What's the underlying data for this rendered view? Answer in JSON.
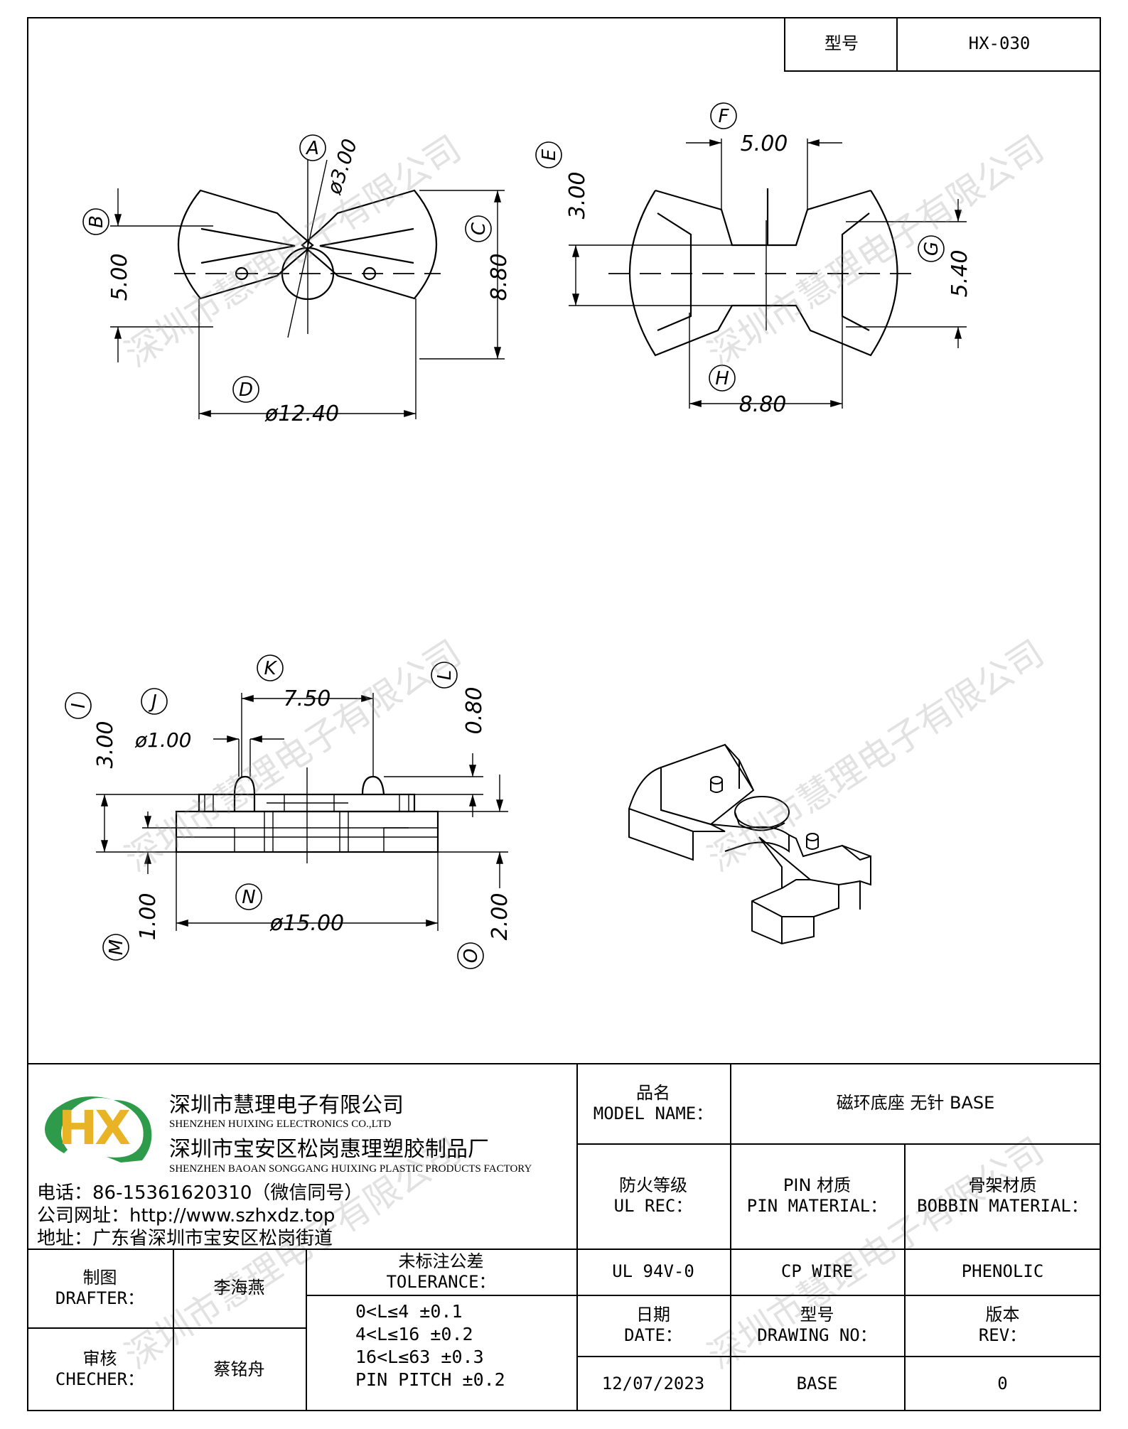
{
  "header": {
    "model_label": "型号",
    "model_value": "HX-030"
  },
  "drawing": {
    "top_view": {
      "labels": [
        "A",
        "B",
        "C",
        "D"
      ],
      "dims": {
        "hole_dia": "ø3.00",
        "width": "5.00",
        "height": "8.80",
        "outer_dia": "ø12.40"
      }
    },
    "bottom_view": {
      "labels": [
        "E",
        "F",
        "G",
        "H"
      ],
      "dims": {
        "depth": "3.00",
        "top_width": "5.00",
        "height": "5.40",
        "bottom_width": "8.80"
      }
    },
    "side_view": {
      "labels": [
        "I",
        "J",
        "K",
        "L",
        "M",
        "N",
        "O"
      ],
      "dims": {
        "total_height": "3.00",
        "pin_dia": "ø1.00",
        "pitch": "7.50",
        "pin_height": "0.80",
        "base_height": "1.00",
        "dia": "ø15.00",
        "body_height": "2.00"
      }
    }
  },
  "watermark": "深圳市慧理电子有限公司",
  "company": {
    "logo_letters": "HX",
    "name_cn": "深圳市慧理电子有限公司",
    "name_en": "SHENZHEN HUIXING ELECTRONICS CO.,LTD",
    "factory_cn": "深圳市宝安区松岗惠理塑胶制品厂",
    "factory_en": "SHENZHEN BAOAN SONGGANG HUIXING PLASTIC PRODUCTS FACTORY",
    "phone": "电话：86-15361620310（微信同号）",
    "website": "公司网址：http://www.szhxdz.top",
    "address": "地址：广东省深圳市宝安区松岗街道"
  },
  "title_block": {
    "model_name_cn": "品名",
    "model_name_en": "MODEL NAME：",
    "model_name_value": "磁环底座 无针 BASE",
    "fire_cn": "防火等级",
    "fire_en": "UL REC：",
    "pin_cn": "PIN 材质",
    "pin_en": "PIN MATERIAL：",
    "bobbin_cn": "骨架材质",
    "bobbin_en": "BOBBIN MATERIAL：",
    "fire_value": "UL 94V-0",
    "pin_value": "CP WIRE",
    "bobbin_value": "PHENOLIC",
    "drafter_cn": "制图",
    "drafter_en": "DRAFTER：",
    "drafter_name": "李海燕",
    "checker_cn": "审核",
    "checker_en": "CHECHER：",
    "checker_name": "蔡铭舟",
    "tol_cn": "未标注公差",
    "tol_en": "TOLERANCE：",
    "tol_rows": [
      "0<L≤4  ±0.1",
      "4<L≤16 ±0.2",
      "16<L≤63 ±0.3",
      "PIN PITCH ±0.2"
    ],
    "date_cn": "日期",
    "date_en": "DATE：",
    "drawing_no_cn": "型号",
    "drawing_no_en": "DRAWING NO：",
    "rev_cn": "版本",
    "rev_en": "REV：",
    "date_value": "12/07/2023",
    "drawing_no_value": "BASE",
    "rev_value": "0"
  }
}
